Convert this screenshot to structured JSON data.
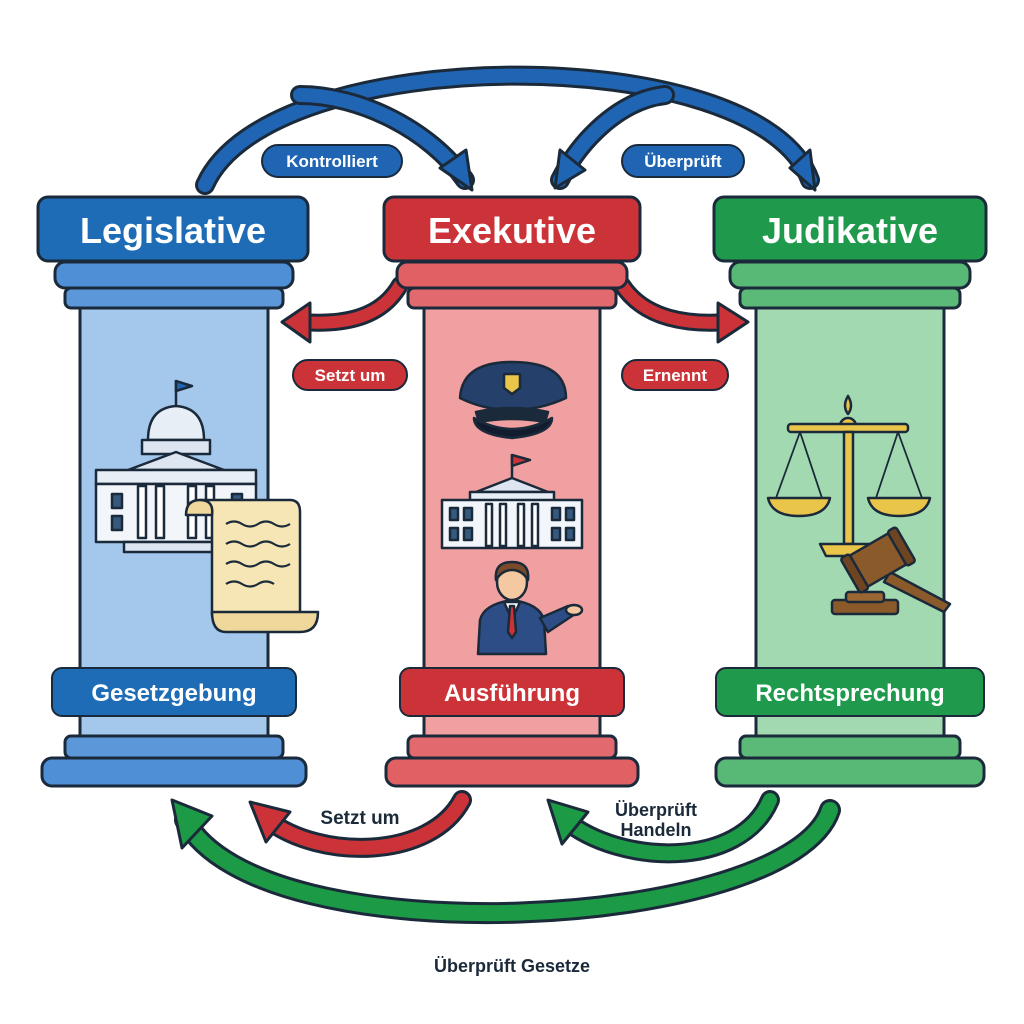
{
  "pillars": [
    {
      "key": "legislative",
      "title": "Legislative",
      "function": "Gesetzgebung",
      "colors": {
        "title": "#1e6cb5",
        "capital": "#4f8fd6",
        "shaft": "#a4c8ec",
        "base": "#5b97d9",
        "label": "#1e6cb5"
      }
    },
    {
      "key": "executive",
      "title": "Exekutive",
      "function": "Ausführung",
      "colors": {
        "title": "#cc3338",
        "capital": "#e06064",
        "shaft": "#f0a0a0",
        "base": "#e26a6e",
        "label": "#cc3338"
      }
    },
    {
      "key": "judicative",
      "title": "Judikative",
      "function": "Rechtsprechung",
      "colors": {
        "title": "#1f9a4c",
        "capital": "#58b876",
        "shaft": "#a3d9b1",
        "base": "#5bba78",
        "label": "#1f9a4c"
      }
    }
  ],
  "relations": {
    "top_left": "Kontrolliert",
    "top_right": "Überprüft",
    "mid_left": "Setzt um",
    "mid_right": "Ernennt",
    "bottom_left": "Setzt um",
    "bottom_right_line1": "Überprüft",
    "bottom_right_line2": "Handeln",
    "bottom_outer": "Überprüft Gesetze"
  },
  "colors": {
    "blue_arrow": "#1f65b3",
    "red_arrow": "#cc3338",
    "green_arrow": "#1c9a45",
    "outline": "#1b2a3a"
  },
  "icons": {
    "legislative": [
      "parliament-building-icon",
      "law-scroll-icon"
    ],
    "executive": [
      "police-cap-icon",
      "government-building-icon",
      "official-person-icon"
    ],
    "judicative": [
      "scales-of-justice-icon",
      "gavel-icon"
    ]
  }
}
